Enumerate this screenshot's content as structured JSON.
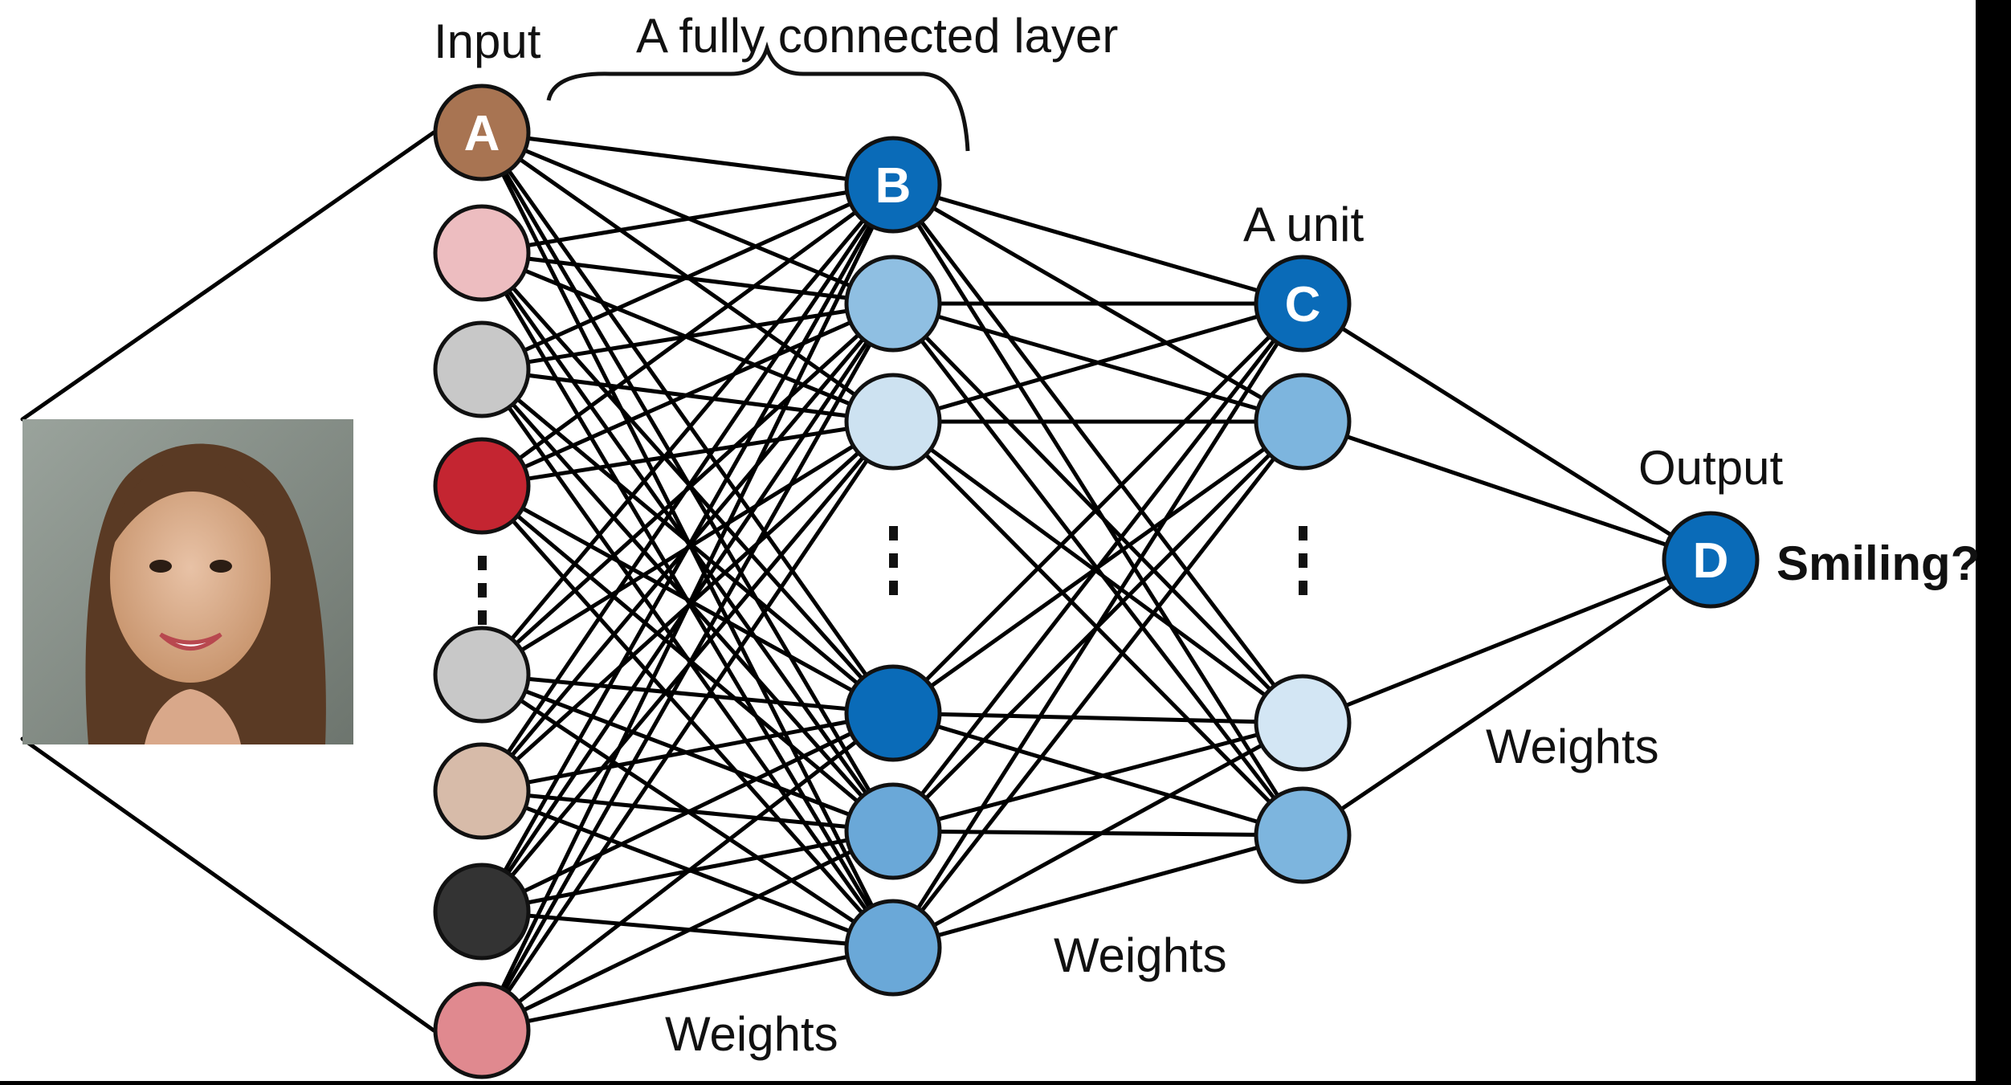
{
  "labels": {
    "input": "Input",
    "fc_layer": "A fully connected layer",
    "unit": "A unit",
    "output": "Output",
    "result": "Smiling?",
    "weights": "Weights"
  },
  "nodes": {
    "A": "A",
    "B": "B",
    "C": "C",
    "D": "D"
  },
  "colors": {
    "input_layer": [
      "#a87452",
      "#edbdc0",
      "#c8c8c8",
      "#c42531",
      "#c8c8c8",
      "#d7bba9",
      "#333333",
      "#e0898f"
    ],
    "hidden1": [
      "#0a6bb8",
      "#8fbfe2",
      "#cde2f1",
      "#0a6bb8",
      "#6aa8d8",
      "#6aa8d8"
    ],
    "hidden2": [
      "#0a6bb8",
      "#7db5de",
      "#d3e6f4",
      "#7db5de"
    ],
    "output": "#0a6bb8"
  },
  "image": {
    "description_icon": "face-photo"
  }
}
